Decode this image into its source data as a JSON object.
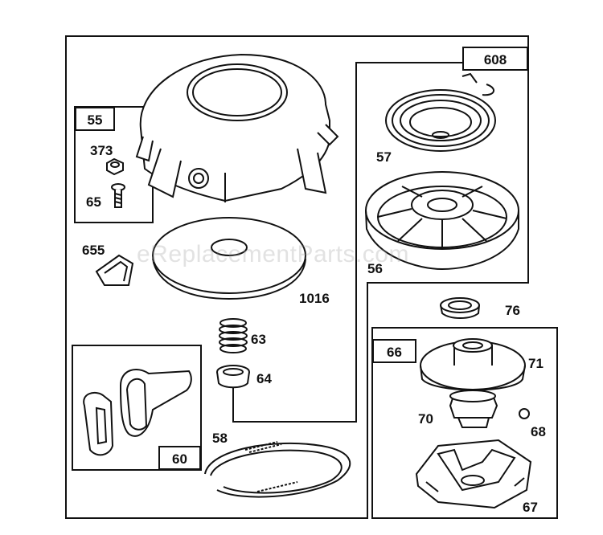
{
  "watermark": "eReplacementParts.com",
  "parts": {
    "p55": "55",
    "p373": "373",
    "p65": "65",
    "p655": "655",
    "p1016": "1016",
    "p63": "63",
    "p64": "64",
    "p60": "60",
    "p58": "58",
    "p608": "608",
    "p57": "57",
    "p56": "56",
    "p76": "76",
    "p66": "66",
    "p71": "71",
    "p70": "70",
    "p68": "68",
    "p67": "67"
  }
}
